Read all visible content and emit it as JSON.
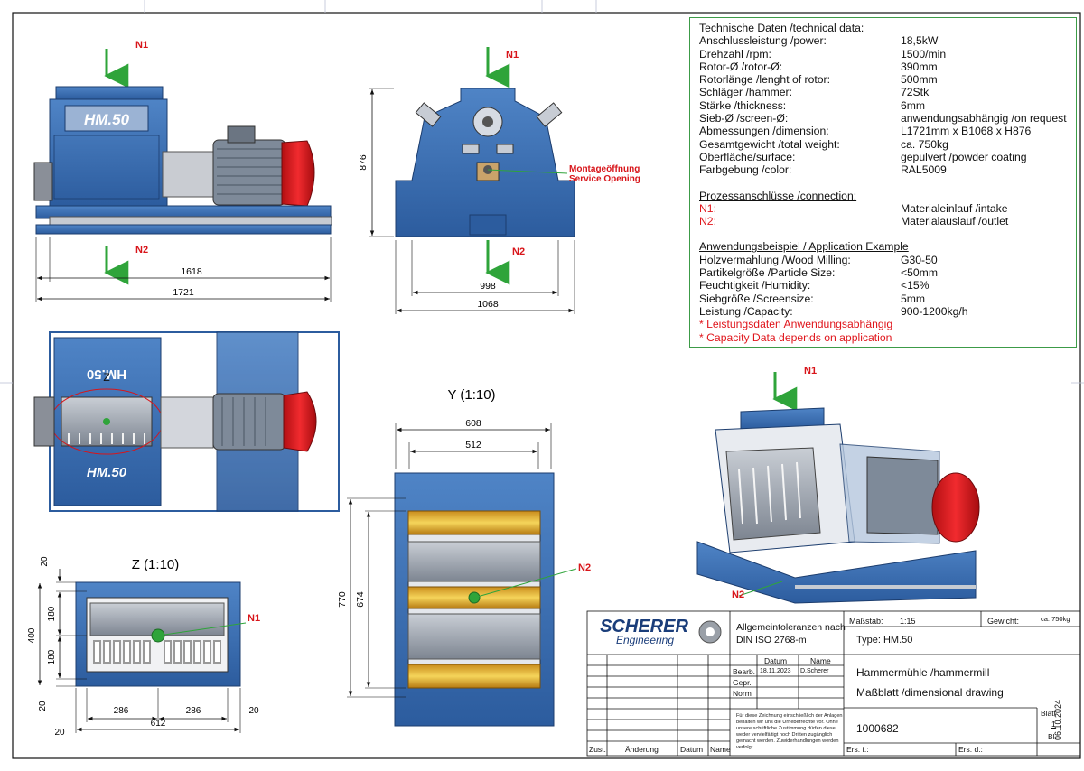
{
  "technical": {
    "heading": "Technische Daten /technical data:",
    "rows": [
      {
        "k": "Anschlussleistung /power:",
        "v": "18,5kW"
      },
      {
        "k": "Drehzahl /rpm:",
        "v": "1500/min"
      },
      {
        "k": "Rotor-Ø /rotor-Ø:",
        "v": "390mm"
      },
      {
        "k": "Rotorlänge /lenght of rotor:",
        "v": "500mm"
      },
      {
        "k": "Schläger /hammer:",
        "v": "72Stk"
      },
      {
        "k": "Stärke /thickness:",
        "v": "6mm"
      },
      {
        "k": "Sieb-Ø /screen-Ø:",
        "v": "anwendungsabhängig /on request"
      },
      {
        "k": "Abmessungen /dimension:",
        "v": "L1721mm x B1068 x H876"
      },
      {
        "k": "Gesamtgewicht /total weight:",
        "v": "ca. 750kg"
      },
      {
        "k": "Oberfläche/surface:",
        "v": "gepulvert /powder coating"
      },
      {
        "k": "Farbgebung /color:",
        "v": "RAL5009"
      }
    ]
  },
  "connection": {
    "heading": "Prozessanschlüsse /connection:",
    "rows": [
      {
        "k": "N1:",
        "v": "Materialeinlauf /intake"
      },
      {
        "k": "N2:",
        "v": "Materialauslauf /outlet"
      }
    ]
  },
  "application": {
    "heading": "Anwendungsbeispiel / Application Example",
    "rows": [
      {
        "k": "Holzvermahlung /Wood Milling:",
        "v": "G30-50"
      },
      {
        "k": "Partikelgröße /Particle Size:",
        "v": "<50mm"
      },
      {
        "k": "Feuchtigkeit /Humidity:",
        "v": "<15%"
      },
      {
        "k": "Siebgröße /Screensize:",
        "v": "5mm"
      },
      {
        "k": "Leistung /Capacity:",
        "v": "900-1200kg/h"
      }
    ],
    "notes": [
      "* Leistungsdaten Anwendungsabhängig",
      "* Capacity Data depends on application"
    ]
  },
  "drawing": {
    "n1": "N1",
    "n2": "N2",
    "service_1": "Montageöffnung",
    "service_2": "Service Opening",
    "view_y": "Y (1:10)",
    "view_z": "Z (1:10)",
    "z_marker": "Z",
    "logo_mark": "HM.50",
    "dims": {
      "d1618": "1618",
      "d1721": "1721",
      "d876": "876",
      "d998": "998",
      "d1068": "1068",
      "d608": "608",
      "d512": "512",
      "d770": "770",
      "d674": "674",
      "d20": "20",
      "d180": "180",
      "d400": "400",
      "d286": "286",
      "d612": "612"
    }
  },
  "titleblock": {
    "company_1": "SCHERER",
    "company_2": "Engineering",
    "tolerance_1": "Allgemeintoleranzen nach",
    "tolerance_2": "DIN ISO 2768-m",
    "scale_label": "Maßstab:",
    "scale": "1:15",
    "weight_label": "Gewicht:",
    "weight": "ca. 750kg",
    "type": "Type: HM.50",
    "col_date": "Datum",
    "col_name": "Name",
    "bearb": "Bearb.",
    "bearb_date": "18.11.2023",
    "bearb_name": "D.Scherer",
    "gepr": "Gepr.",
    "norm": "Norm",
    "title_1": "Hammermühle /hammermill",
    "title_2": "Maßblatt /dimensional drawing",
    "number": "1000682",
    "sheet_label": "Blatt",
    "sheet": "1",
    "sheet_of": "Bl.",
    "ers_f": "Ers. f.:",
    "ers_d": "Ers. d.:",
    "zust": "Zust.",
    "aenderung": "Änderung",
    "datum": "Datum",
    "name": "Name",
    "note": "Für diese Zeichnung einschließlich der Anlagen behalten wir uns die Urheberrechte vor. Ohne unsere schriftliche Zustimmung dürfen diese weder vervielfältigt noch Dritten zugänglich gemacht werden. Zuwiderhandlungen werden verfolgt.",
    "print_date": "06.10.2024"
  }
}
